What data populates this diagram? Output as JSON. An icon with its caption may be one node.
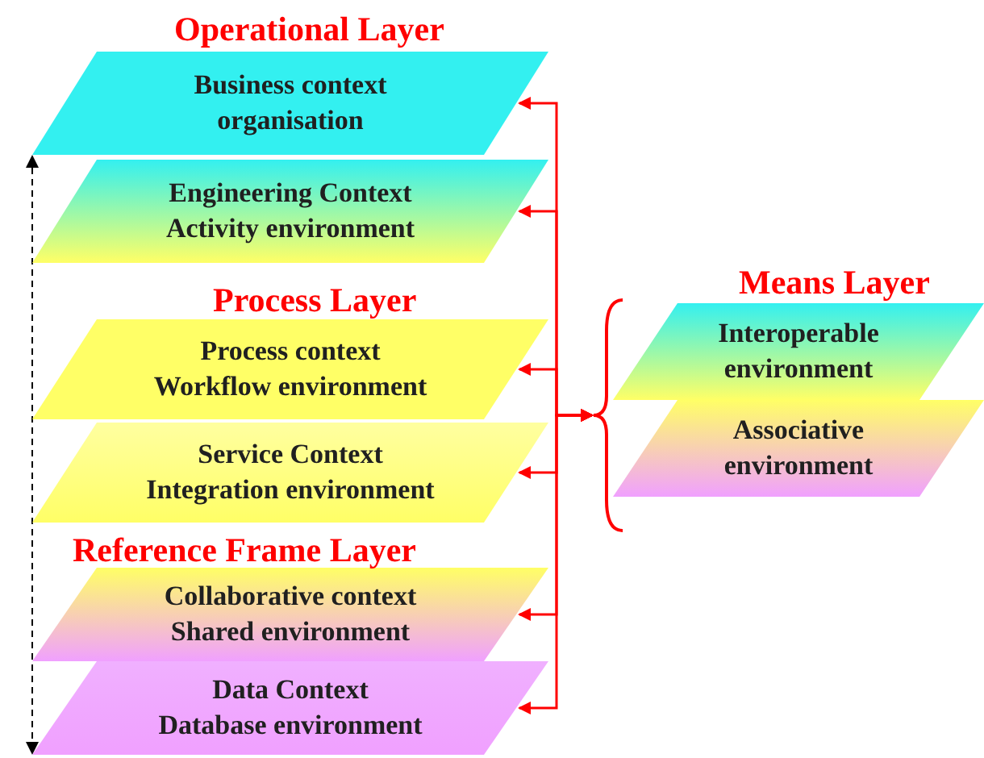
{
  "diagram": {
    "nodes": [
      {
        "text": [
          "Business context organisation"
        ]
      },
      {
        "text": [
          "Engineering Context",
          "Activity environment"
        ]
      },
      {
        "text": [
          "Process context",
          "Workflow environment"
        ]
      },
      {
        "text": [
          "Service Context",
          "Integration environment"
        ]
      },
      {
        "text": [
          "Collaborative context",
          "Shared environment"
        ]
      },
      {
        "text": [
          "Data Context",
          "Database environment"
        ]
      },
      {
        "text": [],
        "shape": "brace"
      },
      {
        "text": [
          "Interoperable environment"
        ]
      },
      {
        "text": [
          "Associative environment"
        ]
      }
    ],
    "edges": [
      {
        "from": 6,
        "to": 0,
        "arrow": "both",
        "color": "#ff0000"
      },
      {
        "from": 6,
        "to": 1,
        "arrow": "both",
        "color": "#ff0000"
      },
      {
        "from": 6,
        "to": 2,
        "arrow": "both",
        "color": "#ff0000"
      },
      {
        "from": 6,
        "to": 3,
        "arrow": "both",
        "color": "#ff0000"
      },
      {
        "from": 6,
        "to": 4,
        "arrow": "both",
        "color": "#ff0000"
      },
      {
        "from": 6,
        "to": 5,
        "arrow": "both",
        "color": "#ff0000"
      },
      {
        "from": 0,
        "to": 5,
        "arrow": "both",
        "style": "dashed",
        "color": "#000000"
      }
    ],
    "labels": [
      "Operational Layer",
      "Process Layer",
      "Means Layer",
      "Reference Frame Layer"
    ]
  }
}
